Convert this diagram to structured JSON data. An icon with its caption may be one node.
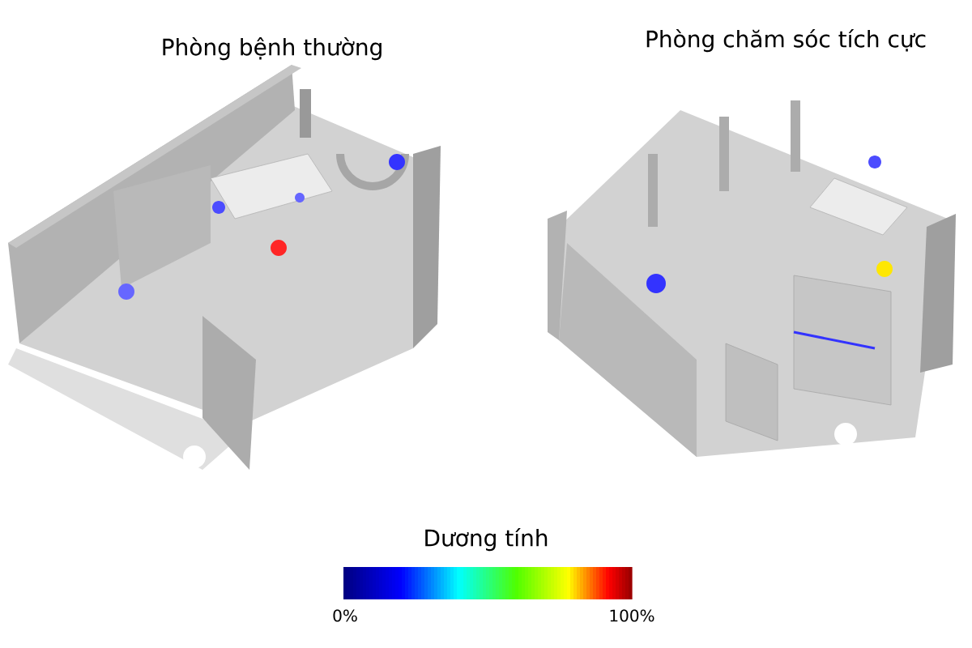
{
  "diagram": {
    "labels": [
      "Phòng bệnh thường",
      "Phòng chăm sóc tích cực",
      "Dương tính",
      "0%",
      "100%"
    ]
  }
}
